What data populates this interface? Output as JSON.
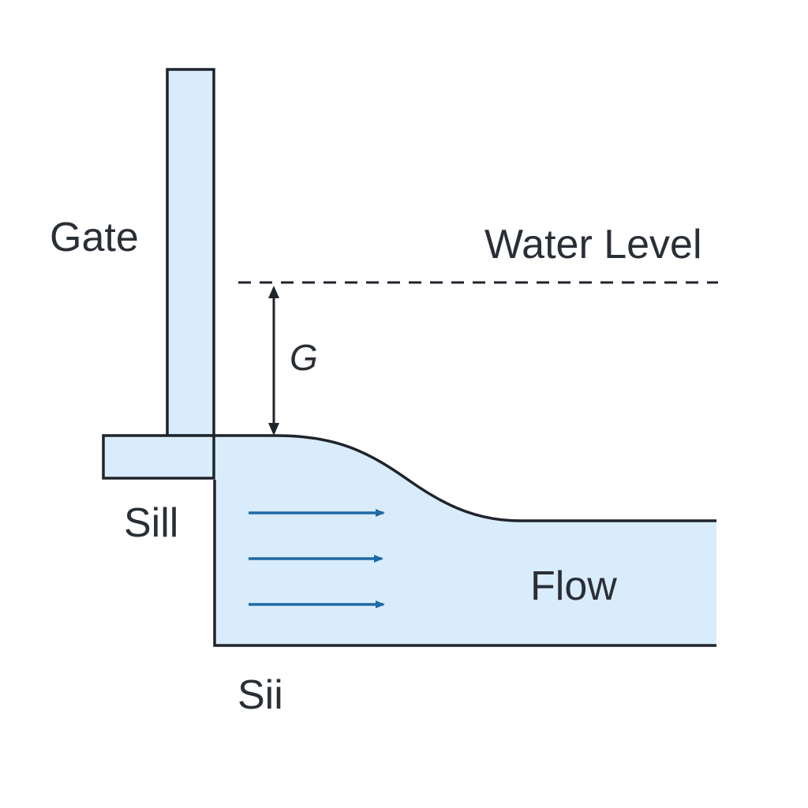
{
  "labels": {
    "gate": "Gate",
    "water_level": "Water Level",
    "gap": "G",
    "sill_upper": "Sill",
    "flow": "Flow",
    "sill_lower": "Sii"
  },
  "colors": {
    "water_fill": "#d9ecfb",
    "outline": "#1f242b",
    "flow_arrow": "#1f6aa5",
    "text": "#2a2f36"
  }
}
